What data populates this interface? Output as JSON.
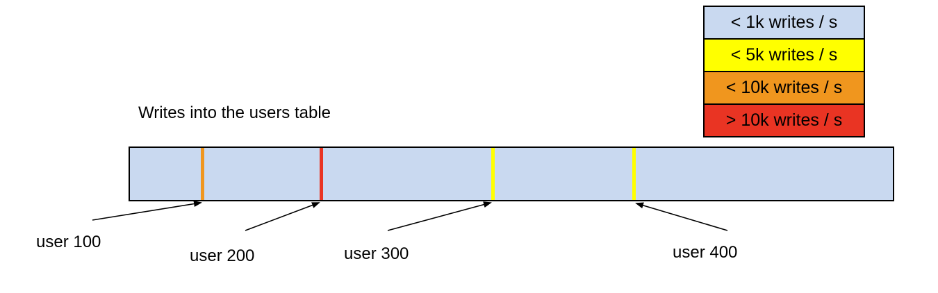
{
  "title": "Writes into the users table",
  "colors": {
    "lt1k": "#c9d9f0",
    "lt5k": "#ffff00",
    "lt10k": "#f0961e",
    "gt10k": "#e93423",
    "bar_fill": "#c9d9f0",
    "border": "#000000"
  },
  "legend": {
    "items": [
      {
        "label": "< 1k writes / s",
        "color": "lt1k"
      },
      {
        "label": "< 5k writes / s",
        "color": "lt5k"
      },
      {
        "label": "< 10k writes / s",
        "color": "lt10k"
      },
      {
        "label": "> 10k writes / s",
        "color": "gt10k"
      }
    ]
  },
  "markers": [
    {
      "label": "user 100",
      "rate": "lt10k"
    },
    {
      "label": "user 200",
      "rate": "gt10k"
    },
    {
      "label": "user 300",
      "rate": "lt5k"
    },
    {
      "label": "user 400",
      "rate": "lt5k"
    }
  ]
}
